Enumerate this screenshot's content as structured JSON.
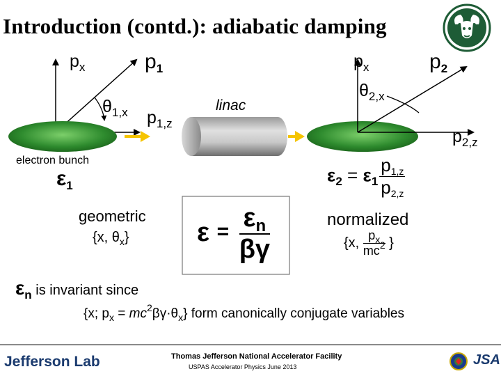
{
  "title": "Introduction (contd.): adiabatic damping",
  "left_diagram": {
    "px_label": "p",
    "px_sub": "x",
    "p1_label": "p",
    "p1_sub": "1",
    "theta_label": "θ",
    "theta_sub": "1,x",
    "p1z_label": "p",
    "p1z_sub": "1,z",
    "bunch_label": "electron bunch",
    "eps1_symbol": "ε",
    "eps1_sub": "1"
  },
  "linac_label": "linac",
  "right_diagram": {
    "px_label": "p",
    "px_sub": "x",
    "p2_label": "p",
    "p2_sub": "2",
    "theta_label": "θ",
    "theta_sub": "2,x",
    "p2z_label": "p",
    "p2z_sub": "2,z"
  },
  "eq_eps2": {
    "lhs": "ε",
    "lhs_sub": "2",
    "equals": "=",
    "eps1": "ε",
    "eps1_sub": "1",
    "num": "p",
    "num_sub": "1,z",
    "den": "p",
    "den_sub": "2,z"
  },
  "geometric": {
    "label": "geometric",
    "set": "{x, θ",
    "set_sub": "x",
    "set_close": "}"
  },
  "box_equation": {
    "lhs": "ε",
    "equals": "=",
    "num": "ε",
    "num_sub": "n",
    "den": "βγ"
  },
  "normalized": {
    "label": "normalized",
    "set_open": "{x,",
    "num": "p",
    "num_sub": "x",
    "den": "mc",
    "den_sup": "2",
    "set_close": "}"
  },
  "invariant": {
    "symbol": "ε",
    "sub": "n",
    "text": "is invariant since"
  },
  "conjugate": {
    "open": "{x; p",
    "px_sub": "x",
    "eq": " = ",
    "mc": "mc",
    "mc_sup": "2",
    "rest": "βγ·θ",
    "theta_sub": "x",
    "close": "} form canonically conjugate variables"
  },
  "footer": {
    "logo_text": "Jefferson Lab",
    "facility": "Thomas Jefferson National Accelerator Facility",
    "course": "USPAS Accelerator Physics June 2013",
    "jsa": "JSA"
  },
  "colors": {
    "arrow_orange": "#f5c400",
    "bunch_green": "#2e8b2e",
    "csu_green": "#1e5c36"
  }
}
